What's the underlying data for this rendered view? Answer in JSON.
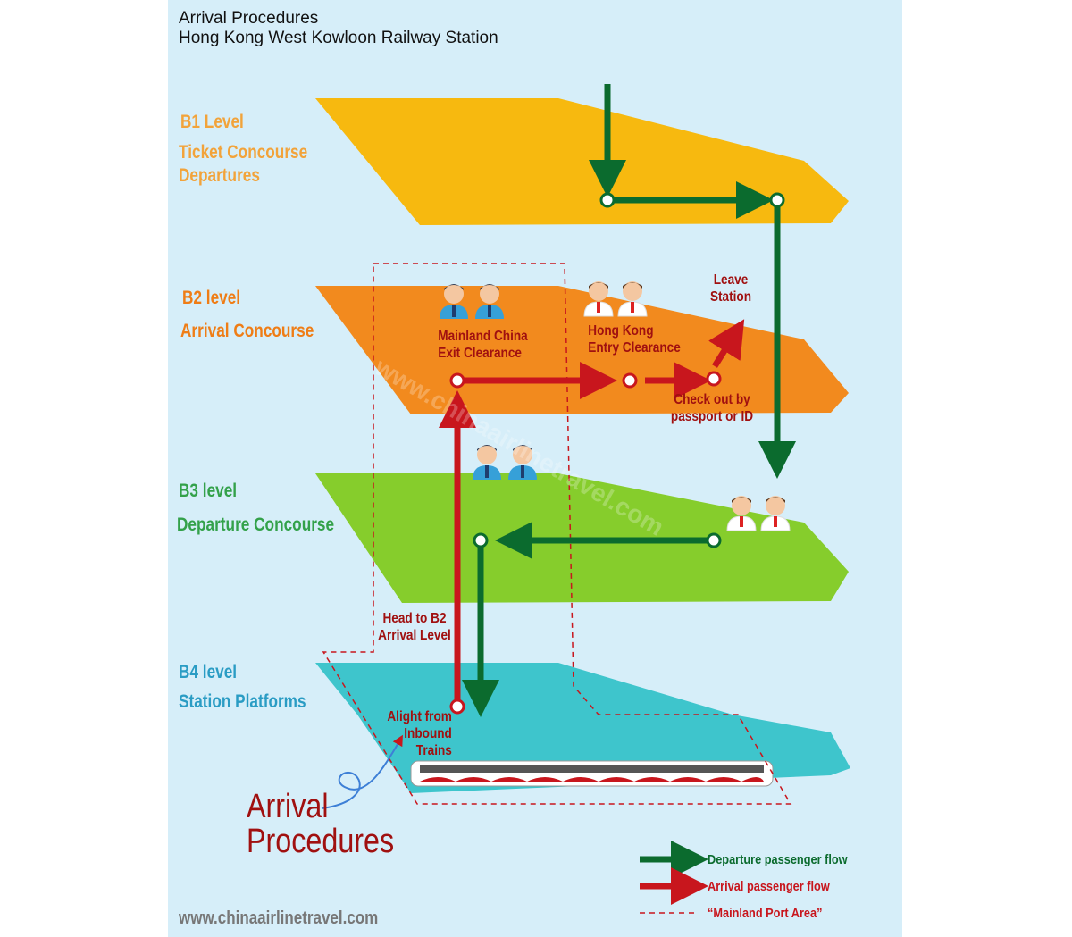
{
  "title": {
    "line1": "Arrival Procedures",
    "line2": "Hong Kong West Kowloon Railway Station"
  },
  "levels": [
    {
      "level": "B1 Level",
      "name_line1": "Ticket Concourse",
      "name_line2": "Departures",
      "color": "#f7b90f",
      "text_color": "#f2a33a"
    },
    {
      "level": "B2 level",
      "name_line1": "Arrival Concourse",
      "name_line2": "",
      "color": "#f28a1e",
      "text_color": "#ef7d16"
    },
    {
      "level": "B3 level",
      "name_line1": "Departure Concourse",
      "name_line2": "",
      "color": "#86cd2c",
      "text_color": "#33a14a"
    },
    {
      "level": "B4 level",
      "name_line1": "Station Platforms",
      "name_line2": "",
      "color": "#3ec5cc",
      "text_color": "#2a9cc4"
    }
  ],
  "steps": {
    "mainland_exit": {
      "line1": "Mainland China",
      "line2": "Exit Clearance"
    },
    "hk_entry": {
      "line1": "Hong Kong",
      "line2": "Entry Clearance"
    },
    "leave": {
      "line1": "Leave",
      "line2": "Station"
    },
    "checkout": {
      "line1": "Check out by",
      "line2": "passport or ID"
    },
    "head_b2": {
      "line1": "Head to B2",
      "line2": "Arrival Level"
    },
    "alight": {
      "line1": "Alight from",
      "line2": "Inbound",
      "line3": "Trains"
    }
  },
  "big_label": {
    "line1": "Arrival",
    "line2": "Procedures"
  },
  "legend": [
    {
      "label": "Departure passenger flow",
      "color": "#0b6b2e",
      "kind": "arrow"
    },
    {
      "label": "Arrival passenger flow",
      "color": "#c8161d",
      "kind": "arrow"
    },
    {
      "label": "“Mainland Port Area”",
      "color": "#c8161d",
      "kind": "dashed"
    }
  ],
  "watermark": "www.chinaairlinetravel.com",
  "footer": "www.chinaairlinetravel.com"
}
